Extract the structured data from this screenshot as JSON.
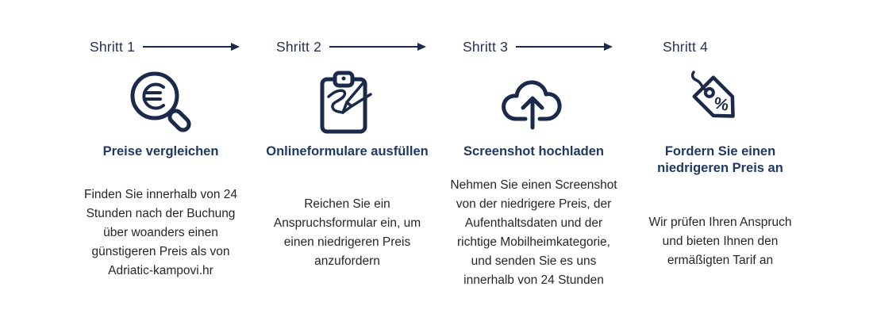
{
  "colors": {
    "accent_navy": "#1b2a4a",
    "heading_blue": "#1f3864",
    "body_text": "#262626",
    "background": "#ffffff"
  },
  "steps": [
    {
      "label": "Shritt 1",
      "icon": "magnifier-euro-icon",
      "title": "Preise vergleichen",
      "description": "Finden Sie innerhalb von 24\nStunden nach der Buchung\nüber woanders einen\ngünstigeren Preis als von\nAdriatic-kampovi.hr"
    },
    {
      "label": "Shritt 2",
      "icon": "clipboard-pen-icon",
      "title": "Onlineformulare ausfüllen",
      "description": "Reichen Sie ein\nAnspruchsformular ein, um\neinen niedrigeren Preis\nanzufordern"
    },
    {
      "label": "Shritt 3",
      "icon": "cloud-upload-icon",
      "title": "Screenshot hochladen",
      "description": "Nehmen Sie einen Screenshot\nvon der niedrigere Preis, der\nAufenthaltsdaten und der\nrichtige Mobilheimkategorie,\nund senden Sie es uns\ninnerhalb von 24 Stunden"
    },
    {
      "label": "Shritt 4",
      "icon": "price-tag-percent-icon",
      "title": "Fordern Sie einen\nniedrigeren Preis an",
      "description": "Wir prüfen Ihren Anspruch\nund bieten Ihnen den\nermäßigten Tarif an"
    }
  ]
}
